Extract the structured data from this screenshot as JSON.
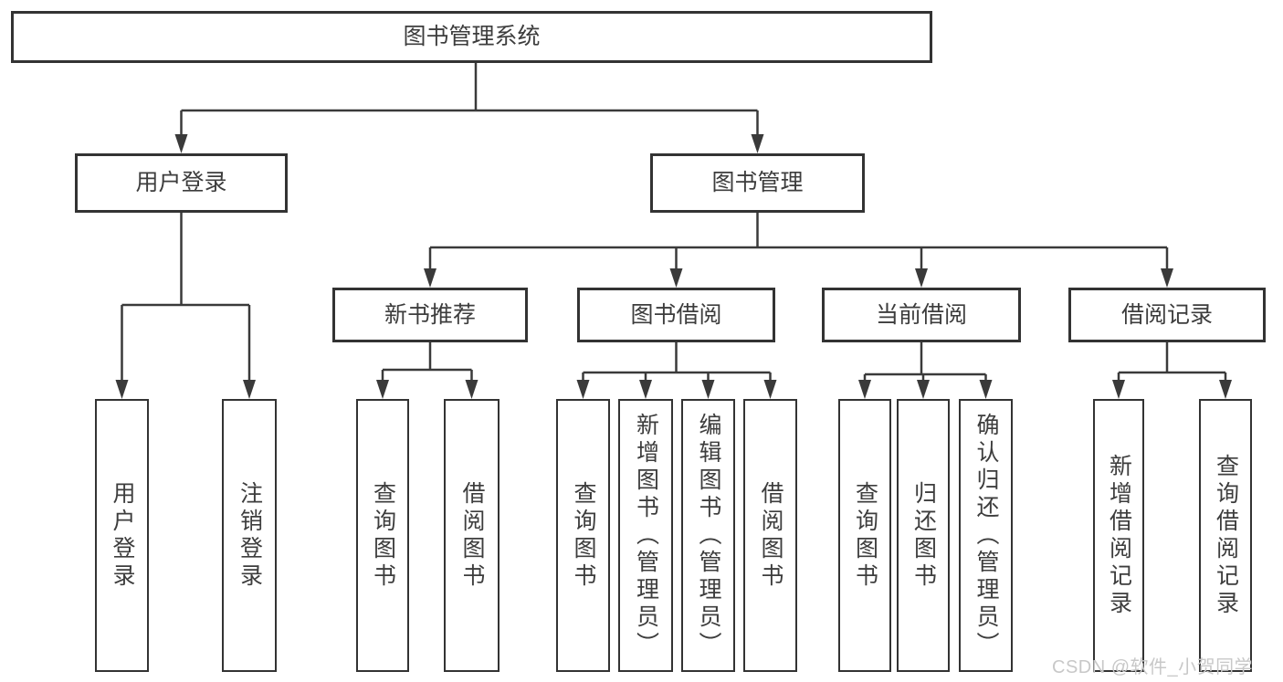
{
  "colors": {
    "background": "#ffffff",
    "line": "#3a3a3a",
    "box_border": "#333333",
    "box_fill": "#ffffff",
    "text": "#3d3d3d",
    "watermark": "#c8c8c8"
  },
  "watermark": "CSDN @软件_小贺同学",
  "tree": {
    "root": "图书管理系统",
    "children": [
      {
        "label": "用户登录",
        "children": [
          "用户登录",
          "注销登录"
        ]
      },
      {
        "label": "图书管理",
        "children": [
          {
            "label": "新书推荐",
            "children": [
              "查询图书",
              "借阅图书"
            ]
          },
          {
            "label": "图书借阅",
            "children": [
              "查询图书",
              "新增图书（管理员）",
              "编辑图书（管理员）",
              "借阅图书"
            ]
          },
          {
            "label": "当前借阅",
            "children": [
              "查询图书",
              "归还图书",
              "确认归还（管理员）"
            ]
          },
          {
            "label": "借阅记录",
            "children": [
              "新增借阅记录",
              "查询借阅记录"
            ]
          }
        ]
      }
    ]
  }
}
